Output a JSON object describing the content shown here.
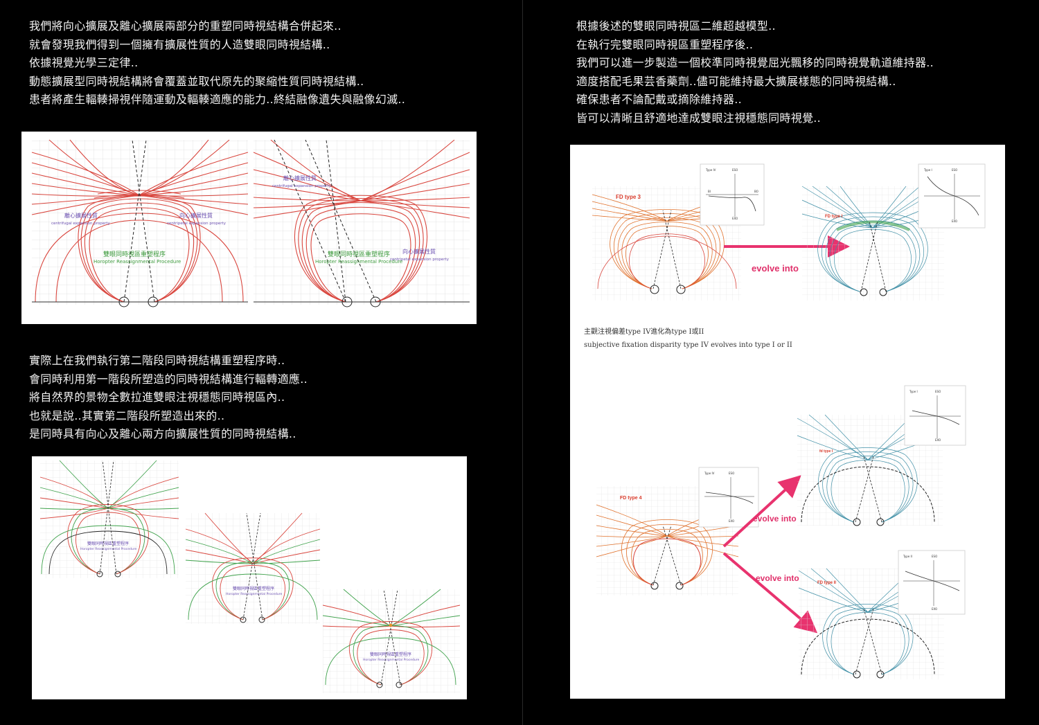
{
  "left_top_text": [
    "我們將向心擴展及離心擴展兩部分的重塑同時視結構合併起來..",
    "就會發現我們得到一個擁有擴展性質的人造雙眼同時視結構..",
    "依據視覺光學三定律..",
    "動態擴展型同時視結構將會覆蓋並取代原先的聚縮性質同時視結構..",
    "患者將產生輻輳掃視伴隨運動及輻輳適應的能力..終結融像遺失與融像幻滅.."
  ],
  "left_bottom_text": [
    "實際上在我們執行第二階段同時視結構重塑程序時..",
    "會同時利用第一階段所塑造的同時視結構進行輻轉適應..",
    "將自然界的景物全數拉進雙眼注視穩態同時視區內..",
    "也就是說..其實第二階段所塑造出來的..",
    "是同時具有向心及離心兩方向擴展性質的同時視結構.."
  ],
  "right_text": [
    "根據後述的雙眼同時視區二維超越模型..",
    "在執行完雙眼同時視區重塑程序後..",
    "我們可以進一步製造一個校準同時視覺屈光飄移的同時視覺軌道維持器..",
    "適度搭配毛果芸香藥劑..儘可能維持最大擴展樣態的同時視結構..",
    "確保患者不論配戴或摘除維持器..",
    "皆可以清晰且舒適地達成雙眼注視穩態同時視覺.."
  ],
  "diagram1": {
    "left_label_zh": "離心擴展性質",
    "left_label_en": "centrifugal expansion property",
    "right_label_zh": "向心擴展性質",
    "right_label_en": "centripetal expansion property",
    "center_zh": "雙眼同時視區重塑程序",
    "center_en": "Horopter Reassignmental Procedure"
  },
  "diagram2": {
    "top_label_zh": "離心擴展性質",
    "top_label_en": "centrifugal expansion property",
    "right_label_zh": "向心擴展性質",
    "right_label_en": "centripetal expansion property",
    "center_zh": "雙眼同時視區重塑程序",
    "center_en": "Horopter Reassignmental Procedure"
  },
  "small_diagrams": {
    "center_zh": "雙眼同時視區重塑程序",
    "center_en": "Horopter Reassignmental Procedure"
  },
  "right_figure_top": {
    "fd_label": "FD type 3",
    "fd_result": "FD type I",
    "evolve": "evolve into",
    "inset_left_title": "Type IV",
    "inset_right_title": "Type I",
    "eso": "ESO",
    "exo": "EXO",
    "bi": "BI",
    "bo": "BO"
  },
  "caption": {
    "zh": "主觀注視偏差type IV進化為type I或II",
    "en": "subjective fixation disparity type IV evolves into type I or II"
  },
  "right_figure_bottom": {
    "fd_label": "FD type 4",
    "fd_result_1": "fd type I",
    "fd_result_2": "FD type II",
    "evolve_1": "evolve into",
    "evolve_2": "evolve into",
    "inset_source_title": "Type IV",
    "inset_1_title": "Type I",
    "inset_2_title": "Type II",
    "eso": "ESO",
    "exo": "EXO"
  },
  "colors": {
    "red_curve": "#d9463e",
    "green_curve": "#3fa24c",
    "orange_curve": "#e0702a",
    "teal_curve": "#3f8fa6",
    "evolve_pink": "#e8336e",
    "grid": "#d8d8d8"
  }
}
